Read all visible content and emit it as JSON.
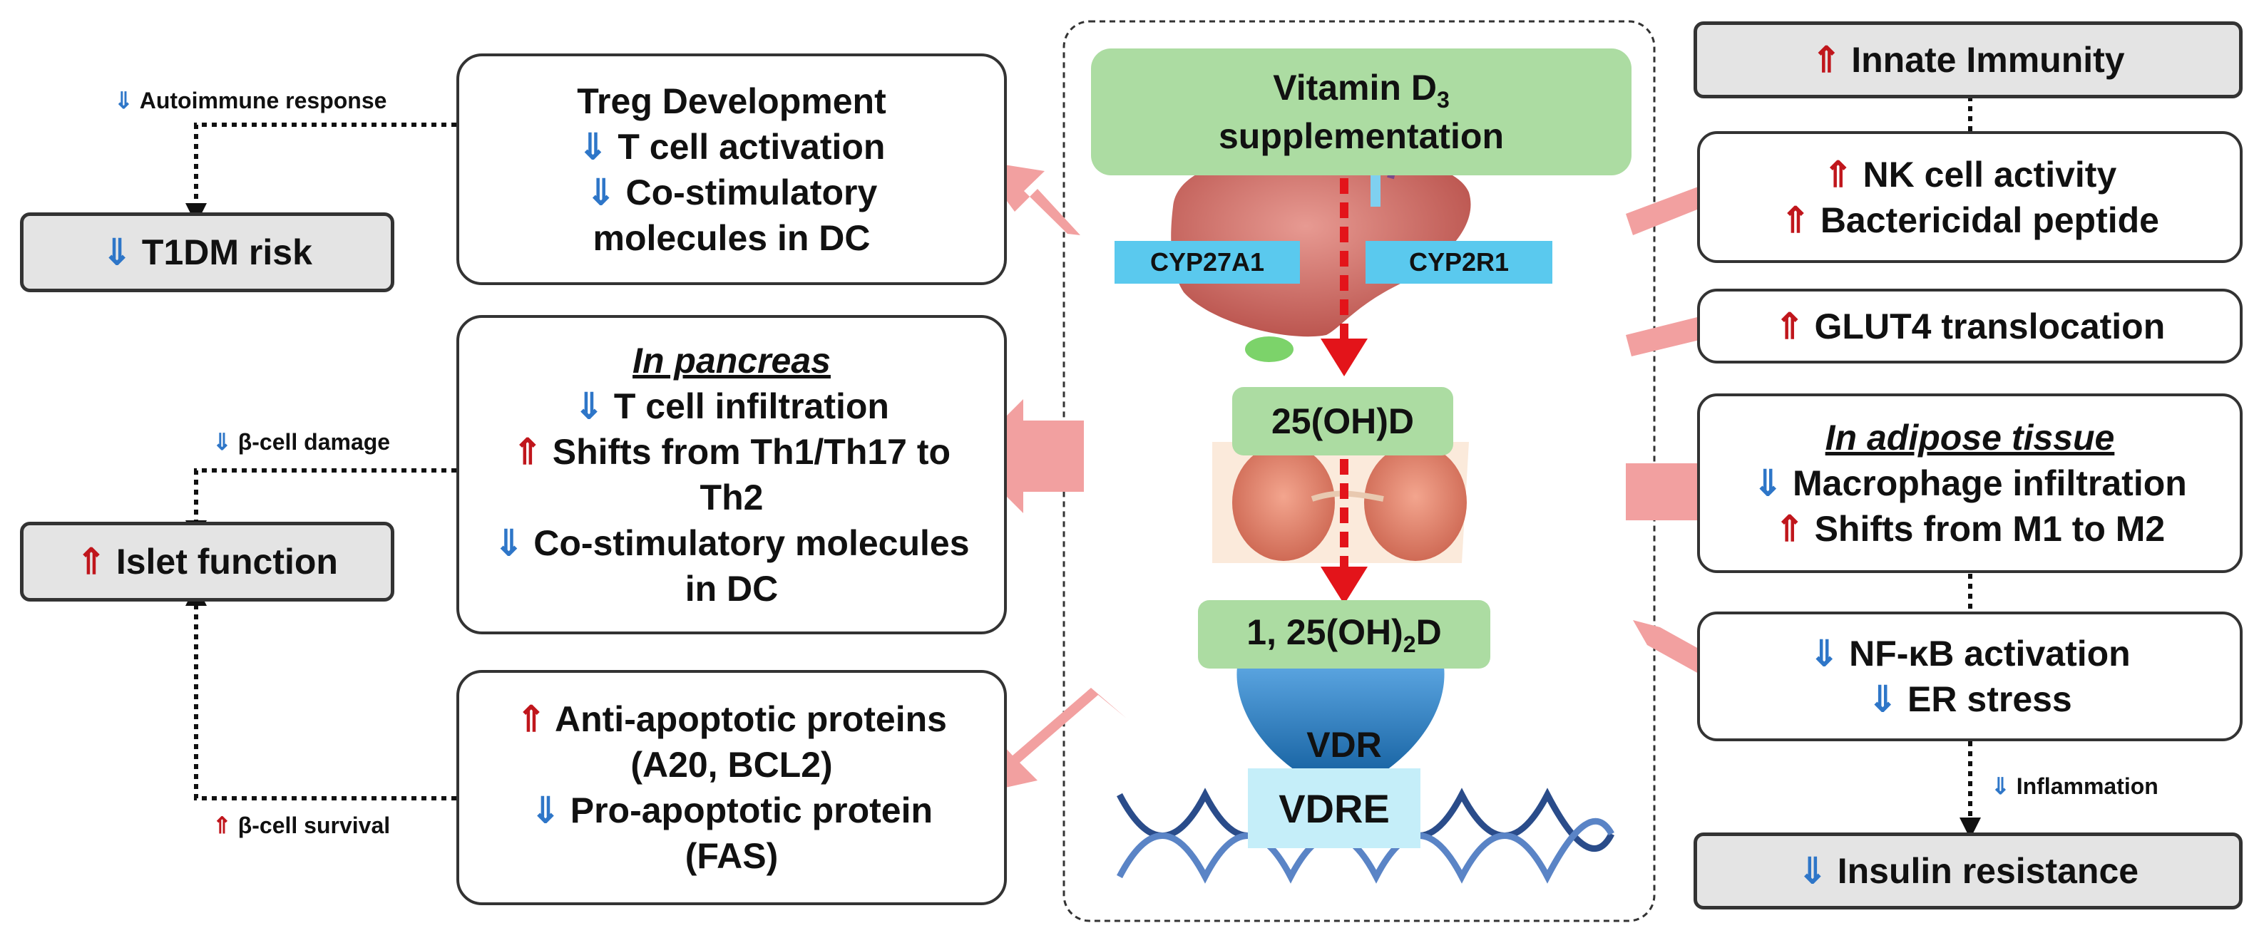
{
  "arrows": {
    "up": "⇑",
    "down": "⇓"
  },
  "center": {
    "vitd": {
      "line1": "Vitamin D",
      "sub": "3",
      "line2": "supplementation"
    },
    "enzymes": [
      "CYP27A1",
      "CYP2R1"
    ],
    "ohd25": "25(OH)D",
    "ohd125": {
      "pre": "1, 25(OH)",
      "sub": "2",
      "post": "D"
    },
    "vdr": "VDR",
    "vdre": "VDRE"
  },
  "left": {
    "treg": [
      "Treg Development",
      "T cell activation",
      "Co-stimulatory",
      "molecules in DC"
    ],
    "pancreas": {
      "title": "In pancreas",
      "lines": [
        "T cell infiltration",
        "Shifts from Th1/Th17 to",
        "Th2",
        "Co-stimulatory molecules",
        "in DC"
      ]
    },
    "apoptosis": [
      "Anti-apoptotic proteins",
      "(A20, BCL2)",
      "Pro-apoptotic protein",
      "(FAS)"
    ],
    "t1dm": "T1DM risk",
    "islet": "Islet function",
    "labels": {
      "autoimmune": "Autoimmune response",
      "beta_damage": "β-cell damage",
      "beta_survival": "β-cell survival"
    }
  },
  "right": {
    "innate": "Innate Immunity",
    "nk": [
      "NK cell activity",
      "Bactericidal peptide"
    ],
    "glut4": "GLUT4 translocation",
    "adipose": {
      "title": "In adipose tissue",
      "lines": [
        "Macrophage infiltration",
        "Shifts from M1 to M2"
      ]
    },
    "nfkb": [
      "NF-κB activation",
      "ER stress"
    ],
    "insulin": "Insulin resistance",
    "labels": {
      "inflammation": "Inflammation"
    }
  },
  "colors": {
    "up": "#c0161c",
    "down": "#2e76c8",
    "green": "#acdca2",
    "pink": "#f2a0a0",
    "enzyme": "#5ac9ee",
    "gray": "#e4e4e4"
  }
}
